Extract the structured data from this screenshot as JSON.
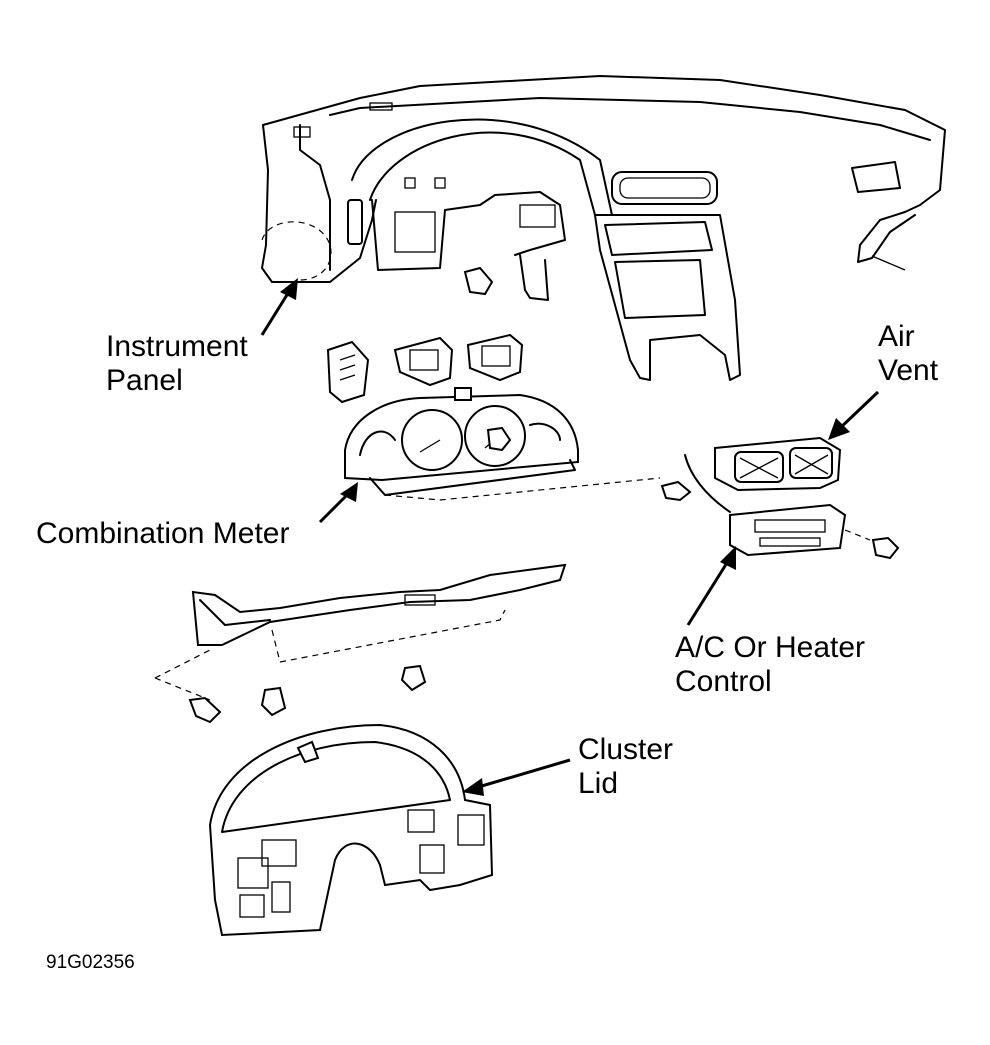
{
  "labels": {
    "instrument_panel": [
      "Instrument",
      "Panel"
    ],
    "air_vent": [
      "Air",
      "Vent"
    ],
    "combination_meter": "Combination Meter",
    "ac_heater_control": [
      "A/C Or Heater",
      "Control"
    ],
    "cluster_lid": [
      "Cluster",
      "Lid"
    ]
  },
  "figure_id": "91G02356"
}
